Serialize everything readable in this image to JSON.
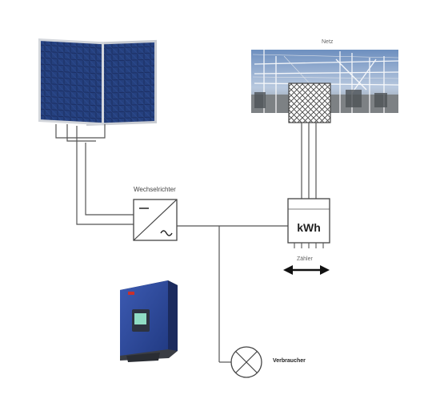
{
  "labels": {
    "inverter": "Wechselrichter",
    "grid": "Netz",
    "meter_unit": "kWh",
    "meter": "Zähler",
    "consumer": "Verbraucher"
  },
  "icons": [
    "solar-panel-icon",
    "grid-substation-icon",
    "inverter-symbol-icon",
    "energy-meter-icon",
    "lamp-consumer-icon",
    "bidirectional-arrow-icon",
    "inverter-device-icon"
  ],
  "colors": {
    "wire": "#555555",
    "panel_cell": "#1c2f63",
    "panel_frame": "#c9ccd2",
    "inverter_body": "#2f4a9a",
    "inverter_frame": "#3a3d44"
  }
}
